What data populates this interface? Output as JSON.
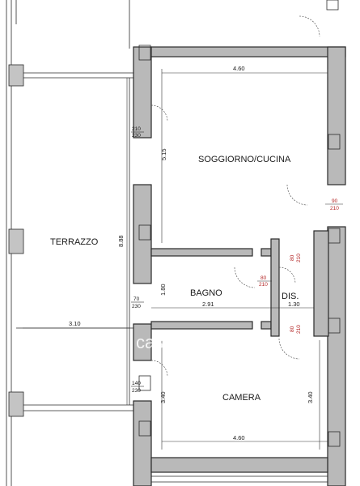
{
  "rooms": {
    "soggiorno": "SOGGIORNO/CUCINA",
    "terrazzo": "TERRAZZO",
    "bagno": "BAGNO",
    "dis": "DIS.",
    "camera": "CAMERA"
  },
  "dimensions": {
    "soggiorno_width": "4.60",
    "soggiorno_depth": "5.15",
    "terrazzo_length": "8.88",
    "terrazzo_width": "3.10",
    "bagno_depth": "1.80",
    "bagno_width": "2.91",
    "dis_width": "1.30",
    "camera_depth_left": "3.40",
    "camera_depth_right": "3.40",
    "camera_width": "4.60"
  },
  "doors": {
    "d1_w": "210",
    "d1_h": "230",
    "d2_w": "90",
    "d2_h": "210",
    "d3_w": "80",
    "d3_h": "210",
    "d4_w": "80",
    "d4_h": "210",
    "d5_w": "70",
    "d5_h": "230",
    "d6_w": "80",
    "d6_h": "210",
    "d7_w": "140",
    "d7_h": "230"
  },
  "watermark": "casa.it"
}
